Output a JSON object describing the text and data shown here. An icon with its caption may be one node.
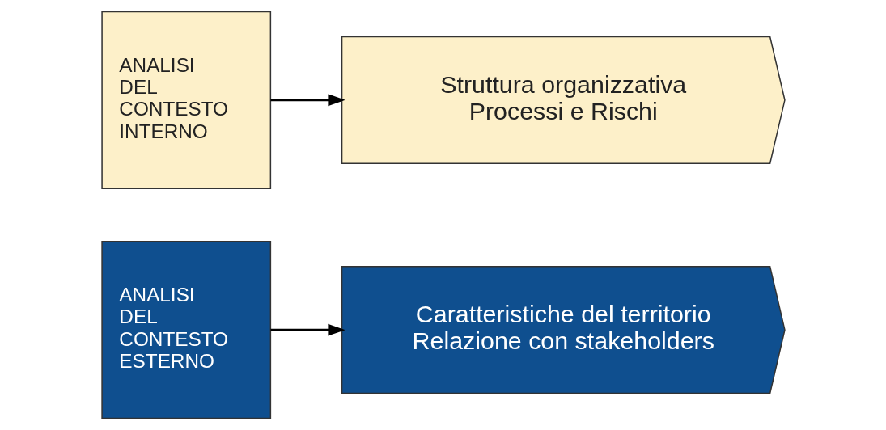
{
  "diagram": {
    "nodes": [
      {
        "text": [
          "ANALISI DEL CONTESTO ESTERNO"
        ]
      },
      {
        "text": [
          "Caratteristiche del territorio",
          "Relazione con stakeholders"
        ]
      },
      {
        "text": [
          "ANALISI DEL CONTESTO INTERNO"
        ]
      },
      {
        "text": [
          "Struttura organizzativa",
          "Processi e Rischi"
        ]
      }
    ],
    "edges": [
      {
        "from": 0,
        "to": 1,
        "arrow": "to"
      },
      {
        "from": 2,
        "to": 3,
        "arrow": "to"
      }
    ]
  }
}
